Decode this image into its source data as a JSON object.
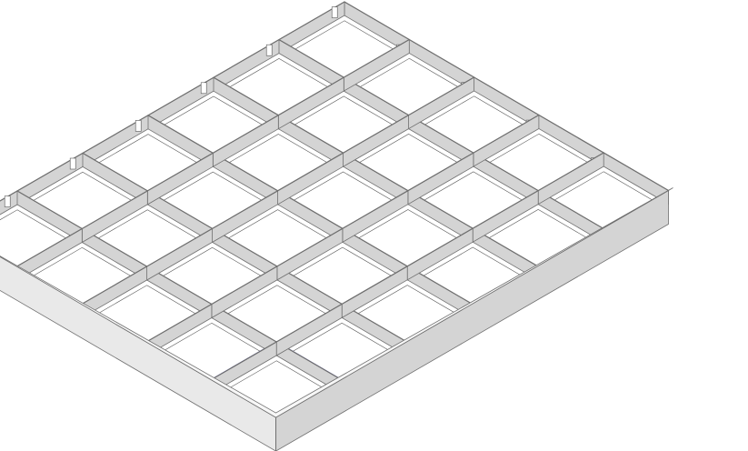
{
  "scene": {
    "rows": 6,
    "cols": 5,
    "selected_cell": {
      "row": 5,
      "col": 4
    },
    "floor_colors": {
      "dark": "#3e2228",
      "light": "#e9dfe1",
      "selected_dark": "#c21a22",
      "selected_light": "#f2c3c6"
    },
    "wall_colors": {
      "top": "#f7f7f7",
      "side": "#d4d4d4",
      "front": "#e9e9e9",
      "outline": "#6f6f6f"
    },
    "selection_outline_color": "#3a3ad8",
    "icons": [
      "door-icon",
      "checker-floor-tile",
      "wall-segment"
    ]
  }
}
